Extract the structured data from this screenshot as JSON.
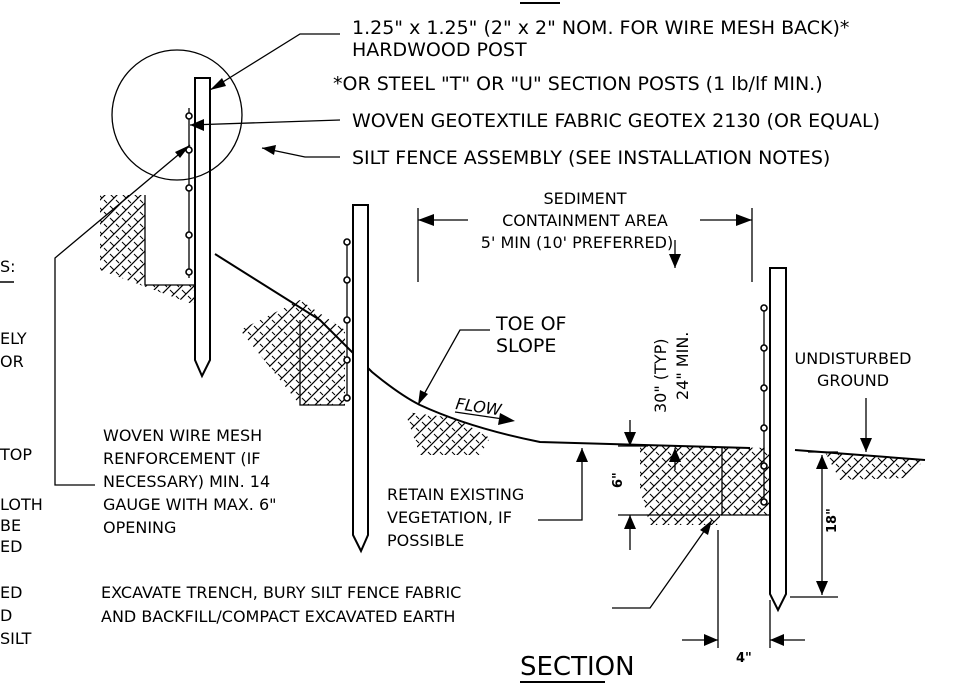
{
  "labels": {
    "post_line1": "1.25\" x 1.25\" (2\" x 2\" NOM. FOR WIRE MESH BACK)*",
    "post_line2": "HARDWOOD POST",
    "steel_post": "*OR STEEL \"T\" OR \"U\" SECTION POSTS (1 lb/lf MIN.)",
    "fabric": "WOVEN GEOTEXTILE FABRIC GEOTEX 2130 (OR EQUAL)",
    "assembly": "SILT FENCE ASSEMBLY (SEE INSTALLATION NOTES)",
    "sediment_line1": "SEDIMENT",
    "sediment_line2": "CONTAINMENT AREA",
    "sediment_line3": "5' MIN (10' PREFERRED)",
    "toe_line1": "TOE OF",
    "toe_line2": "SLOPE",
    "height_line1": "30\" (TYP)",
    "height_line2": "24\" MIN.",
    "undisturbed_line1": "UNDISTURBED",
    "undisturbed_line2": "GROUND",
    "flow": "FLOW",
    "mesh_line1": "WOVEN WIRE MESH",
    "mesh_line2": "RENFORCEMENT (IF",
    "mesh_line3": "NECESSARY) MIN. 14",
    "mesh_line4": "GAUGE WITH MAX. 6\"",
    "mesh_line5": "OPENING",
    "retain_line1": "RETAIN EXISTING",
    "retain_line2": "VEGETATION, IF",
    "retain_line3": "POSSIBLE",
    "excavate_line1": "EXCAVATE TRENCH, BURY SILT FENCE FABRIC",
    "excavate_line2": "AND BACKFILL/COMPACT EXCAVATED EARTH",
    "dim_6": "6\"",
    "dim_18": "18\"",
    "dim_4": "4\"",
    "section_title": "SECTION",
    "cut_notes": [
      "S:",
      "ELY",
      "OR",
      "TOP",
      "LOTH",
      "BE",
      "ED",
      "ED",
      "D",
      "SILT"
    ]
  }
}
